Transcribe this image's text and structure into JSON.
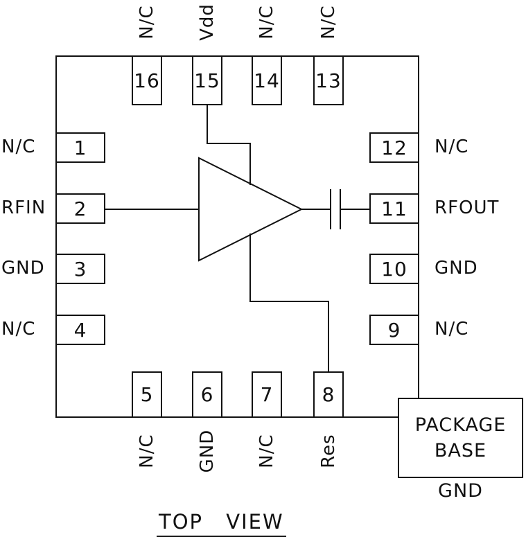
{
  "diagram": {
    "title": "TOP VIEW",
    "colors": {
      "line": "#111111",
      "background": "#ffffff"
    },
    "symbols": {
      "amplifier": "amplifier-triangle-icon",
      "capacitor": "capacitor-icon"
    },
    "package_base": {
      "line1": "PACKAGE",
      "line2": "BASE",
      "ground": "GND"
    },
    "pins": {
      "top": [
        {
          "number": "16",
          "label": "N/C"
        },
        {
          "number": "15",
          "label": "Vdd"
        },
        {
          "number": "14",
          "label": "N/C"
        },
        {
          "number": "13",
          "label": "N/C"
        }
      ],
      "left": [
        {
          "number": "1",
          "label": "N/C"
        },
        {
          "number": "2",
          "label": "RFIN"
        },
        {
          "number": "3",
          "label": "GND"
        },
        {
          "number": "4",
          "label": "N/C"
        }
      ],
      "right": [
        {
          "number": "12",
          "label": "N/C"
        },
        {
          "number": "11",
          "label": "RFOUT"
        },
        {
          "number": "10",
          "label": "GND"
        },
        {
          "number": "9",
          "label": "N/C"
        }
      ],
      "bottom": [
        {
          "number": "5",
          "label": "N/C"
        },
        {
          "number": "6",
          "label": "GND"
        },
        {
          "number": "7",
          "label": "N/C"
        },
        {
          "number": "8",
          "label": "Res"
        }
      ]
    }
  }
}
